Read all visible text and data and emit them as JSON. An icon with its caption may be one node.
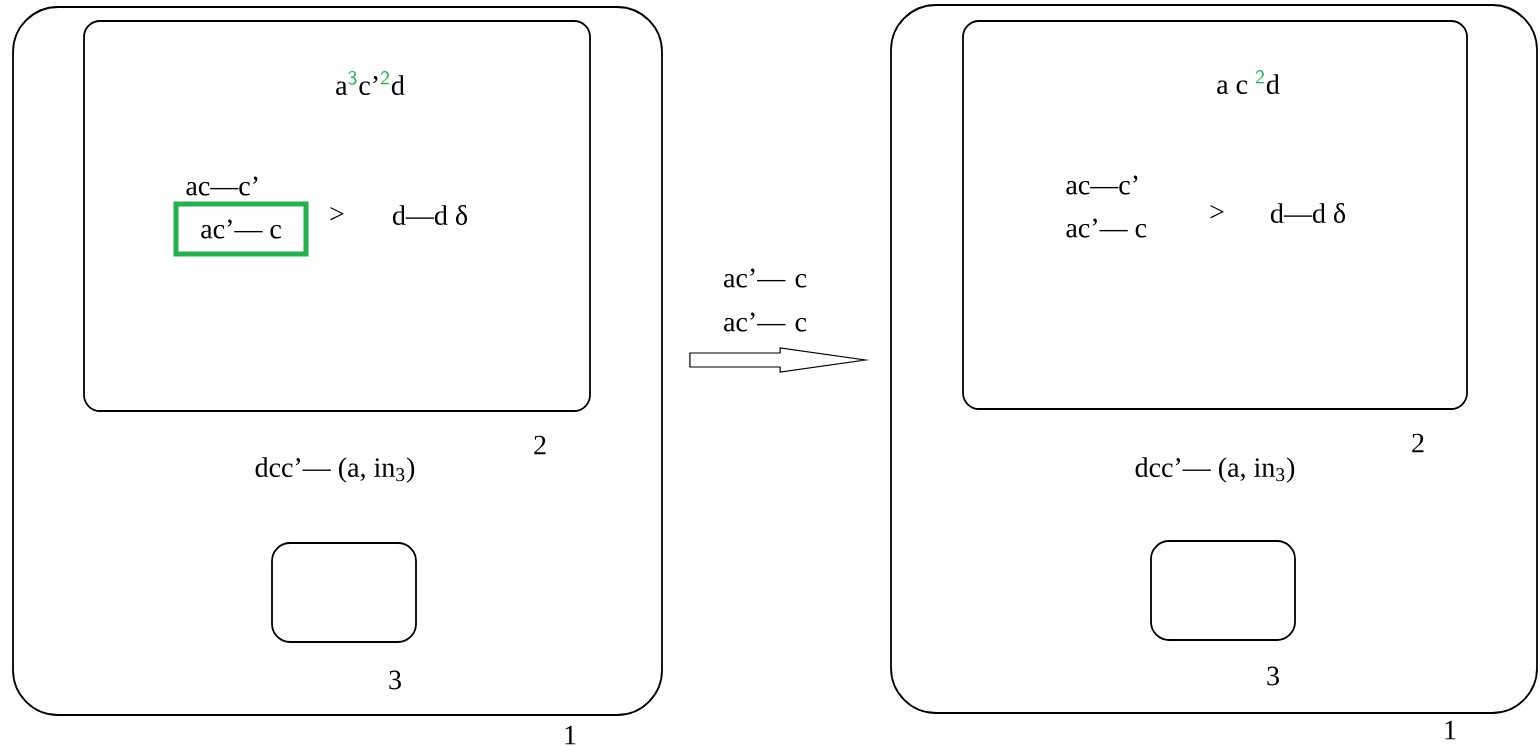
{
  "diagram": {
    "nodes": [
      {
        "text": [
          "1",
          "dcc’— (a, in$_{3}$)"
        ]
      },
      {
        "text": [
          "2",
          "a$^{3}$c’$^{2}$d",
          "ac—c’",
          ">",
          "d—d δ"
        ],
        "in": 0
      },
      {
        "text": [
          "ac’— c"
        ],
        "in": 1
      },
      {
        "text": [
          "3"
        ],
        "in": 0
      },
      {
        "text": [
          "1",
          "dcc’— (a, in$_{3}$)"
        ]
      },
      {
        "text": [
          "2",
          "a c $^{2}$d",
          "ac—c’",
          "ac’— c",
          ">",
          "d—d δ"
        ],
        "in": 4
      },
      {
        "text": [
          "3"
        ],
        "in": 4
      }
    ],
    "edges": [
      {
        "from": 0,
        "to": 4,
        "arrow": "to",
        "label": "ac’— c ac’— c"
      }
    ]
  }
}
